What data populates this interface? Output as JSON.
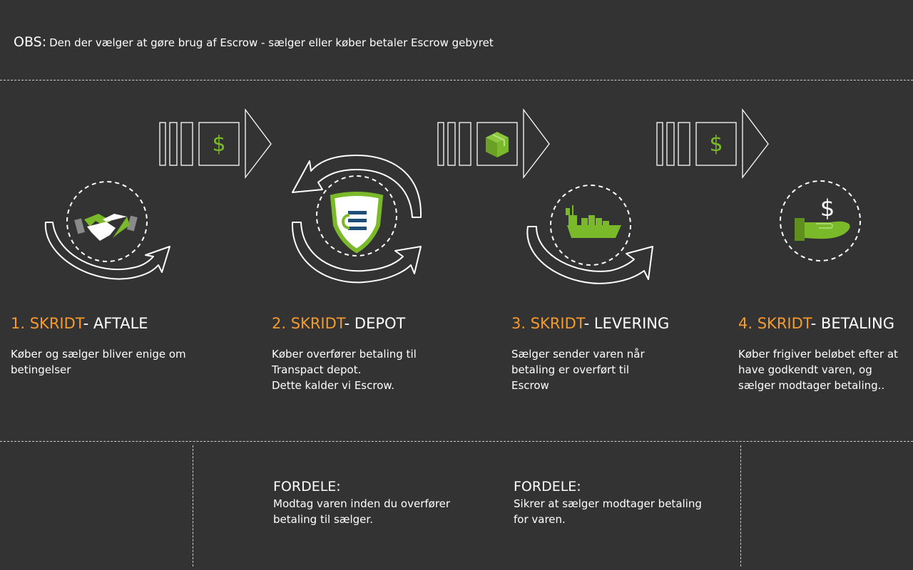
{
  "obs": {
    "label": "OBS:",
    "text": "Den der vælger at gøre brug af Escrow - sælger eller køber betaler Escrow gebyret"
  },
  "colors": {
    "background": "#333333",
    "accent_orange": "#f59a2e",
    "accent_green": "#7ab929",
    "line": "#ffffff"
  },
  "transfers": [
    {
      "icon": "dollar-icon",
      "symbol": "$"
    },
    {
      "icon": "package-icon"
    },
    {
      "icon": "dollar-icon",
      "symbol": "$"
    }
  ],
  "steps": [
    {
      "number": "1. SKRIDT",
      "name": "- AFTALE",
      "icon": "handshake-icon",
      "description": "Køber og sælger bliver enige om betingelser"
    },
    {
      "number": "2. SKRIDT",
      "name": "- DEPOT",
      "icon": "escrow-shield-icon",
      "description": "Køber overfører betaling til Transpact depot.\nDette kalder vi Escrow."
    },
    {
      "number": "3. SKRIDT",
      "name": "- LEVERING",
      "icon": "cargo-ship-icon",
      "description": "Sælger sender varen når betaling er overført til Escrow"
    },
    {
      "number": "4. SKRIDT",
      "name": "- BETALING",
      "icon": "payment-hand-icon",
      "symbol": "$",
      "description": "Køber frigiver beløbet efter at have godkendt varen, og sælger modtager betaling.."
    }
  ],
  "fordele": [
    {
      "title": "FORDELE:",
      "text": "Modtag varen inden du overfører betaling til sælger."
    },
    {
      "title": "FORDELE:",
      "text": "Sikrer at sælger modtager betaling for varen."
    }
  ]
}
